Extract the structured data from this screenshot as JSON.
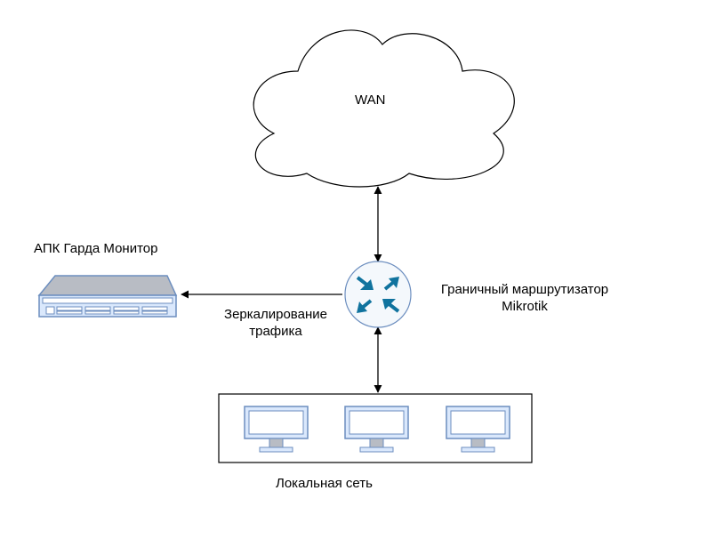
{
  "wan": {
    "label": "WAN"
  },
  "router": {
    "label_line1": "Граничный маршрутизатор",
    "label_line2": "Mikrotik"
  },
  "monitor_server": {
    "label": "АПК Гарда Монитор"
  },
  "mirroring": {
    "label_line1": "Зеркалирование",
    "label_line2": "трафика"
  },
  "lan": {
    "label": "Локальная сеть",
    "computer_count": 3
  },
  "colors": {
    "router_fill": "#f4f8fc",
    "router_arrows": "#10739e",
    "device_stroke": "#6c8ebf",
    "device_fill": "#dae8fc",
    "server_top": "#b8bcc4"
  }
}
